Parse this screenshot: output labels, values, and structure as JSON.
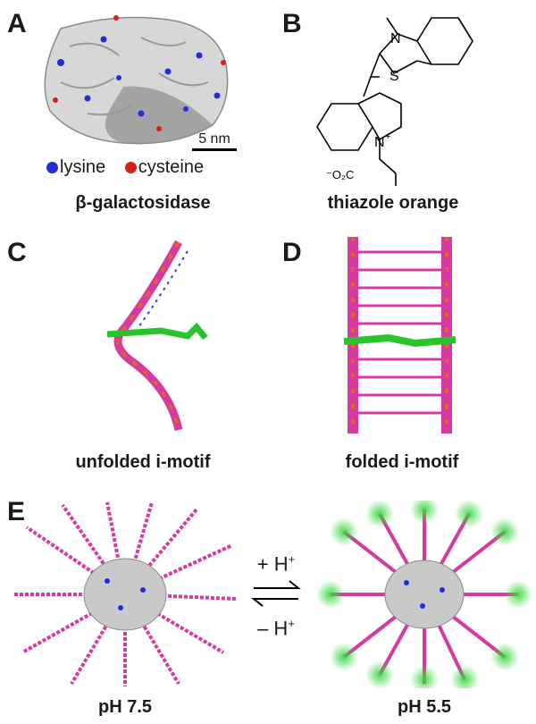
{
  "panels": {
    "A": {
      "letter": "A",
      "caption": "β-galactosidase",
      "scale_label": "5 nm",
      "legend": [
        {
          "label": "lysine",
          "color": "#1f2fd6"
        },
        {
          "label": "cysteine",
          "color": "#d91e18"
        }
      ]
    },
    "B": {
      "letter": "B",
      "caption": "thiazole orange",
      "atoms": {
        "n_methyl": "N",
        "s": "S",
        "n_plus": "N",
        "plus": "+",
        "carboxylate": "⁻O₂C"
      }
    },
    "C": {
      "letter": "C",
      "caption": "unfolded i-motif"
    },
    "D": {
      "letter": "D",
      "caption": "folded i-motif"
    },
    "E": {
      "letter": "E",
      "caption_left": "pH 7.5",
      "caption_right": "pH 5.5",
      "forward_label": "+ H",
      "reverse_label": "– H",
      "superscript": "+"
    }
  },
  "colors": {
    "dna_backbone": "#d63aa0",
    "dna_phosphate": "#e06a1e",
    "dye": "#27c52a",
    "protein": "#c9c9c9",
    "glow": "#36d53c"
  }
}
